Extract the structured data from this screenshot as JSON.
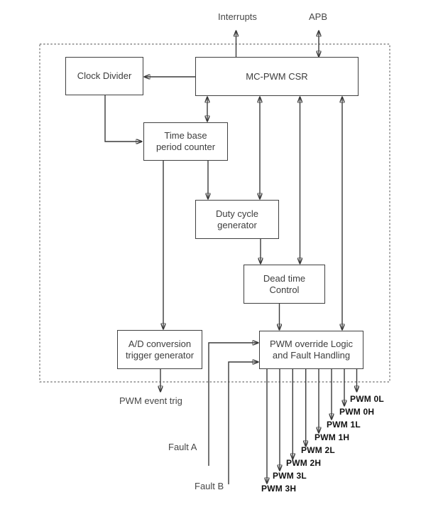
{
  "colors": {
    "line_color": "#3a3a3a",
    "box_border_color": "#404040",
    "box_text_color": "#3d3d3d",
    "io_label_color": "#474747",
    "pwm_label_color": "#111111",
    "dashed_border_color": "#6e6e6e",
    "background": "#ffffff"
  },
  "diagram": {
    "nodes": {
      "clock_divider": {
        "lines": [
          "Clock Divider"
        ]
      },
      "mc_pwm_csr": {
        "lines": [
          "MC-PWM CSR"
        ]
      },
      "time_base": {
        "lines": [
          "Time base",
          "period counter"
        ]
      },
      "duty_cycle": {
        "lines": [
          "Duty cycle",
          "generator"
        ]
      },
      "dead_time": {
        "lines": [
          "Dead time",
          "Control"
        ]
      },
      "adc_trigger": {
        "lines": [
          "A/D conversion",
          "trigger generator"
        ]
      },
      "pwm_override": {
        "lines": [
          "PWM override Logic",
          "and Fault Handling"
        ]
      }
    },
    "io_labels": {
      "interrupts": "Interrupts",
      "apb": "APB",
      "pwm_event_trig": "PWM event trig",
      "fault_a": "Fault A",
      "fault_b": "Fault B"
    },
    "pwm_outputs": [
      "PWM 0L",
      "PWM 0H",
      "PWM 1L",
      "PWM 1H",
      "PWM 2L",
      "PWM 2H",
      "PWM 3L",
      "PWM 3H"
    ]
  }
}
